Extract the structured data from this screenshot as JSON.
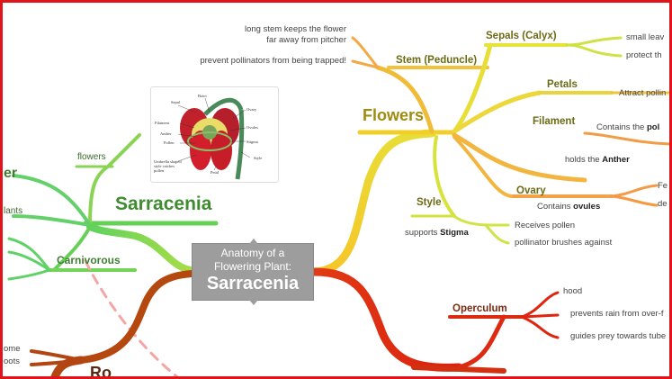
{
  "center": {
    "line1": "Anatomy of a",
    "line2": "Flowering Plant:",
    "title": "Sarracenia"
  },
  "flowers": {
    "title": "Flowers",
    "stem": {
      "label": "Stem (Peduncle)",
      "leaf1_line1": "long stem keeps the flower",
      "leaf1_line2": "far away from pitcher",
      "leaf2": "prevent pollinators from being trapped!"
    },
    "sepals": {
      "label": "Sepals (Calyx)",
      "leaf1": "small leav",
      "leaf2": "protect th"
    },
    "petals": {
      "label": "Petals",
      "leaf1": "Attract pollin"
    },
    "filament": {
      "label": "Filament",
      "leaf1_pre": "Contains the",
      "leaf1_bold": "pol",
      "leaf2_pre": "holds the",
      "leaf2_bold": "Anther"
    },
    "ovary": {
      "label": "Ovary",
      "leaf1_pre": "Contains",
      "leaf1_bold": "ovules",
      "leaf2": "Fe",
      "leaf3": "de"
    },
    "style": {
      "label": "Style",
      "leaf1_pre": "supports",
      "leaf1_bold": "Stigma",
      "leaf2": "Receives pollen",
      "leaf3": "pollinator brushes against"
    }
  },
  "operculum": {
    "label": "Operculum",
    "leaf1": "hood",
    "leaf2": "prevents rain from over-f",
    "leaf3": "guides prey towards tube"
  },
  "sarracenia": {
    "title": "Sarracenia",
    "flowers_leaf": "flowers",
    "left_leaf1": "er",
    "left_leaf2": "lants",
    "carnivorous": "Carnivorous"
  },
  "roots": {
    "leaf1": "ome",
    "leaf2": "oots",
    "title_partial": "Ro"
  },
  "flower_image": {
    "labels": [
      "Sepal",
      "Bract",
      "Ovary",
      "Filament",
      "Anther",
      "Pollen",
      "Ovules",
      "Stigma",
      "Umbrella shaped style catches pollen",
      "Petal",
      "Style"
    ]
  },
  "colors": {
    "frame": "#e0141b",
    "yellow_branch": "#e6d52a",
    "orange_branch": "#f0a63c",
    "red_branch": "#e12a0f",
    "green_branch": "#7fd65a",
    "brown_branch": "#b5460f",
    "center_box": "#9d9d9d"
  }
}
